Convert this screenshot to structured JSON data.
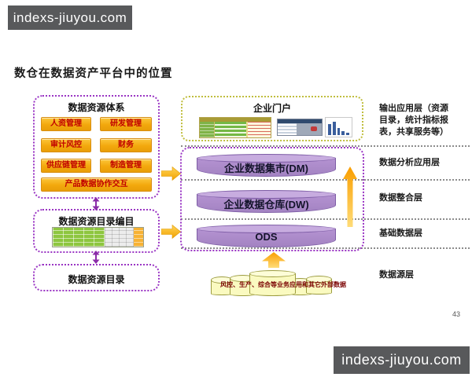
{
  "watermark": {
    "text": "indexs-jiuyou.com"
  },
  "slide": {
    "title": "数仓在数据资产平台中的位置",
    "page_number": "43"
  },
  "resource_system": {
    "title": "数据资源体系",
    "modules": [
      "人资管理",
      "研发管理",
      "审计风控",
      "财务",
      "供应链管理",
      "制造管理",
      "产品数据协作交互"
    ]
  },
  "cataloging": {
    "title": "数据资源目录编目"
  },
  "catalog": {
    "title": "数据资源目录"
  },
  "portal": {
    "title": "企业门户"
  },
  "warehouse": {
    "levels": [
      "企业数据集市(DM)",
      "企业数据仓库(DW)",
      "ODS"
    ]
  },
  "data_sources": {
    "label": "风控、生产、综合等业务应用和其它外部数据"
  },
  "layers": [
    "输出应用层（资源目录，统计指标报表，共享服务等）",
    "数据分析应用层",
    "数据整合层",
    "基础数据层",
    "数据源层"
  ],
  "colors": {
    "module_button": "#F3A80D",
    "module_text": "#C00000",
    "purple_border": "#9A35C4",
    "portal_border": "#C0BE3E",
    "cylinder_purple": "#AE8CC9",
    "cylinder_yellow": "#FAFAC0",
    "arrow_yellow": "#FBB40E",
    "arrow_purple": "#8A2BA8",
    "watermark_bg": "#58595B"
  }
}
